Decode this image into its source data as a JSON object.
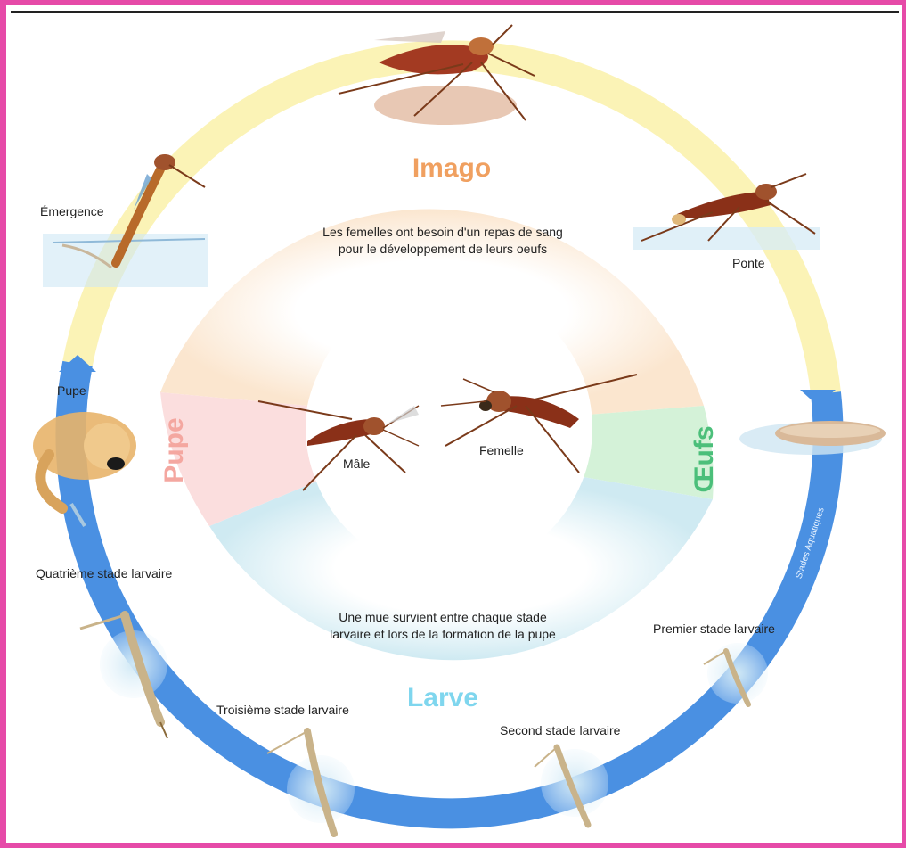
{
  "stages": {
    "imago": "Imago",
    "pupe": "Pupe",
    "oeufs": "Œufs",
    "larve": "Larve"
  },
  "notes": {
    "imago_line1": "Les femelles ont besoin d'un repas de sang",
    "imago_line2": "pour le développement de leurs oeufs",
    "larve_line1": "Une mue survient entre chaque stade",
    "larve_line2": "larvaire et lors de la formation de la pupe"
  },
  "labels": {
    "emergence": "Émergence",
    "ponte": "Ponte",
    "pupe": "Pupe",
    "male": "Mâle",
    "femelle": "Femelle",
    "stage4": "Quatrième stade larvaire",
    "stage3": "Troisième stade larvaire",
    "stage2": "Second stade larvaire",
    "stage1": "Premier stade larvaire",
    "aquatic": "Stades Aquatiques"
  },
  "colors": {
    "frame": "#e64aa8",
    "imago_ring": "#fbf3b6",
    "aquatic_ring": "#4a90e2",
    "imago_text": "#f0a060",
    "pupe_text": "#f4a7a0",
    "oeufs_text": "#4bbf7a",
    "larve_text": "#7fd6ee"
  }
}
